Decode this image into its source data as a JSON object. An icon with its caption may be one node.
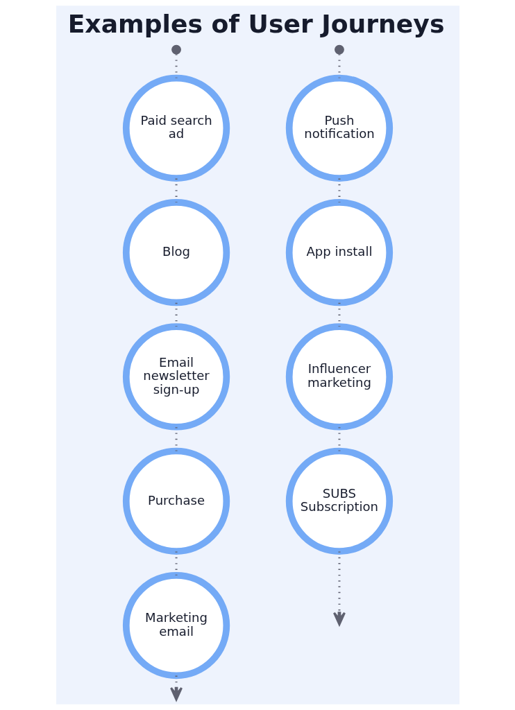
{
  "diagram": {
    "title": "Examples of User Journeys",
    "nodes": [
      {
        "text": [],
        "shape": "circle"
      },
      {
        "text": [
          "Paid search ad"
        ]
      },
      {
        "text": [
          "Blog"
        ]
      },
      {
        "text": [
          "Email newsletter sign-up"
        ]
      },
      {
        "text": [
          "Marketing email"
        ]
      },
      {
        "text": [
          "Purchase"
        ]
      },
      {
        "text": [
          "Influencer marketing"
        ]
      },
      {
        "text": [
          "App install"
        ]
      },
      {
        "text": [
          "Push notification"
        ]
      },
      {
        "text": [],
        "shape": "circle"
      },
      {
        "text": [
          "SUBS",
          "Subscription"
        ]
      }
    ],
    "edges": [
      {
        "from": 0,
        "to": 1,
        "arrow": "none"
      },
      {
        "from": 1,
        "to": 2,
        "arrow": "none"
      },
      {
        "from": 2,
        "to": 3,
        "arrow": "none"
      },
      {
        "from": 3,
        "to": 5,
        "arrow": "none"
      },
      {
        "from": 5,
        "to": 4,
        "arrow": "none"
      },
      {
        "from": 4,
        "to": null,
        "arrow": "to"
      },
      {
        "from": 9,
        "to": 8,
        "arrow": "none"
      },
      {
        "from": 8,
        "to": 7,
        "arrow": "none"
      },
      {
        "from": 7,
        "to": 6,
        "arrow": "none"
      },
      {
        "from": 6,
        "to": 10,
        "arrow": "none"
      },
      {
        "from": 10,
        "to": null,
        "arrow": "to"
      }
    ]
  }
}
